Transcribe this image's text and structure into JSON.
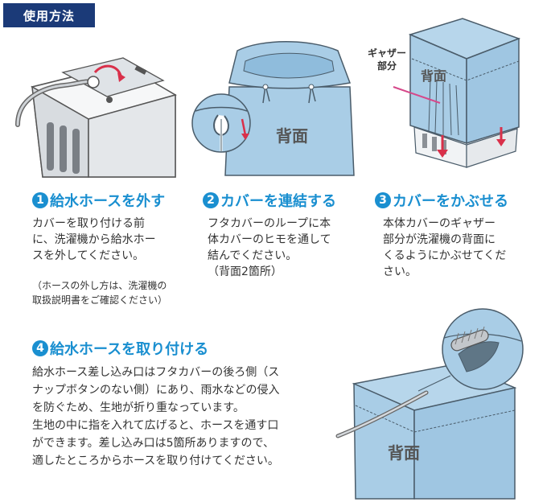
{
  "header": {
    "title": "使用方法"
  },
  "steps": [
    {
      "num": "1",
      "title": "給水ホースを外す",
      "lines": [
        "カバーを取り付ける前",
        "に、洗濯機から給水ホー",
        "スを外してください。"
      ],
      "note_lines": [
        "（ホースの外し方は、洗濯機の",
        "取扱説明書をご確認ください）"
      ]
    },
    {
      "num": "2",
      "title": "カバーを連結する",
      "lines": [
        "フタカバーのループに本",
        "体カバーのヒモを通して",
        "結んでください。",
        "（背面2箇所）"
      ]
    },
    {
      "num": "3",
      "title": "カバーをかぶせる",
      "lines": [
        "本体カバーのギャザー",
        "部分が洗濯機の背面に",
        "くるようにかぶせてくだ",
        "さい。"
      ]
    },
    {
      "num": "4",
      "title": "給水ホースを取り付ける",
      "lines": [
        "給水ホース差し込み口はフタカバーの後ろ側（ス",
        "ナップボタンのない側）にあり、雨水などの侵入",
        "を防ぐため、生地が折り重なっています。",
        "生地の中に指を入れて広げると、ホースを通す口",
        "ができます。差し込み口は5箇所ありますので、",
        "適したところからホースを取り付けてください。"
      ]
    }
  ],
  "illustrations": {
    "back_label": "背面",
    "gather_label_lines": [
      "ギャザー",
      "部分"
    ]
  },
  "colors": {
    "header_bg": "#1b3a78",
    "accent_blue": "#1a8fd0",
    "cover_blue": "#a9cde6",
    "arrow_red": "#d9304a",
    "gather_line": "#d6488a"
  }
}
